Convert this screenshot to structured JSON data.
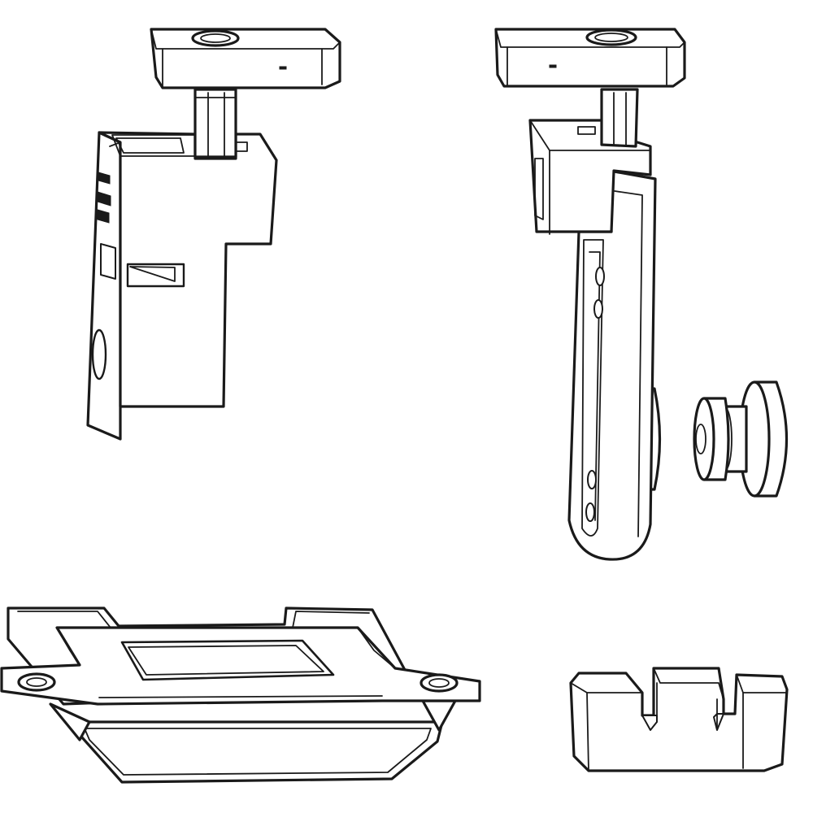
{
  "figure": {
    "background": "#ffffff",
    "line_color": "#1a1a1a",
    "parts": [
      {
        "id": "locking-block-side-view"
      },
      {
        "id": "locking-block-with-roller-view"
      },
      {
        "id": "roller-cap"
      },
      {
        "id": "strike-plate"
      },
      {
        "id": "slotted-spacer-block"
      }
    ]
  }
}
